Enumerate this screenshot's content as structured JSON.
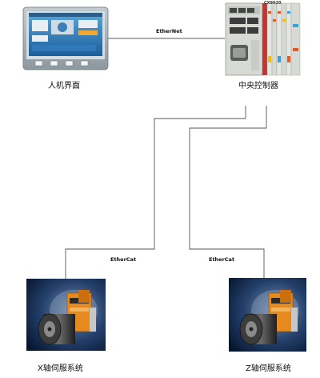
{
  "nodes": {
    "hmi": {
      "label": "人机界面",
      "icon": "touch-panel-hmi-icon"
    },
    "controller": {
      "label": "中央控制器",
      "icon": "plc-controller-icon",
      "badge": "CX9020"
    },
    "servo_x": {
      "label": "X轴伺服系统",
      "icon": "servo-motor-icon"
    },
    "servo_z": {
      "label": "Z轴伺服系统",
      "icon": "servo-motor-icon"
    }
  },
  "links": {
    "hmi_controller": "EtherNet",
    "controller_servo_x": "EtherCat",
    "controller_servo_z": "EtherCat"
  },
  "colors": {
    "line": "#555555",
    "hmi_bezel": "#9aa7ad",
    "hmi_screen": "#1f6fb0",
    "controller_body": "#d9dcd8",
    "servo_bg": "#0c1f3f",
    "servo_orange": "#e68a1f"
  }
}
